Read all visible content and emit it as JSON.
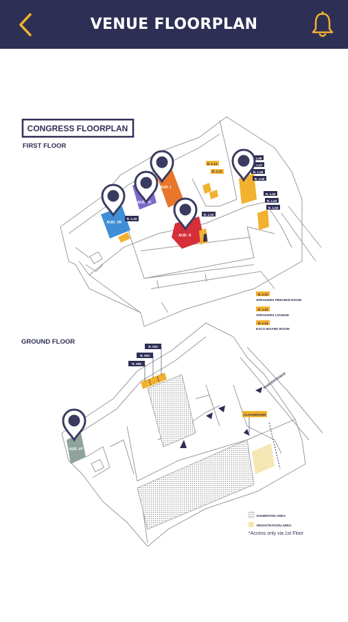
{
  "header": {
    "title": "VENUE FLOORPLAN",
    "back_icon": "chevron-left-icon",
    "bell_icon": "bell-icon",
    "icon_color": "#f2b12e",
    "background_color": "#2e2f54"
  },
  "floorplan": {
    "banner": "CONGRESS FLOORPLAN",
    "first_floor": {
      "heading": "FIRST FLOOR",
      "auditoriums": {
        "aud_7": "AUD. VII",
        "aud_6": "AUD. VI",
        "aud_1": "AUD. I",
        "aud_2": "AUD. II"
      },
      "rooms": {
        "r_119": "R. 1.19",
        "r_114": "R. 1.14",
        "r_113": "R. 1.13",
        "r_110": "R. 1.10",
        "r_108": "R. 1.08",
        "r_107": "R. 1.07",
        "r_106": "R. 1.06",
        "r_105": "R. 1.05",
        "r_104": "R. 1.04",
        "r_103": "R. 1.03",
        "r_102": "R. 1.02"
      },
      "legend": [
        {
          "code": "R. 1.10",
          "label": "SPEAKERS PREVIEW ROOM"
        },
        {
          "code": "R. 1.13",
          "label": "SPEAKERS LOUNGE"
        },
        {
          "code": "R. 1.14",
          "label": "EXCO BOARD ROOM"
        }
      ]
    },
    "ground_floor": {
      "heading": "GROUND FLOOR",
      "aud_4": "AUD. VI*",
      "rooms": {
        "r_003": "R. 003",
        "r_004": "R. 004",
        "r_005": "R. 005"
      },
      "main_entrance": "MAIN ENTRANCE",
      "cloakroom": "CLOAKROOM",
      "legend": {
        "exhibition": "EXHIBITION AREA",
        "registration": "REGISTRATION AREA",
        "note": "*Access only via 1st Floor"
      }
    },
    "colors": {
      "line": "#9a9a9a",
      "navy": "#2e2f54",
      "pin": "#3a3b60",
      "aud_7": "#3f8fd6",
      "aud_6": "#7e6bc9",
      "aud_1": "#e8772a",
      "aud_2": "#d62f3a",
      "aud_4": "#8fa39a",
      "room_yellow": "#f2b12e",
      "registration": "#f5e6b3",
      "exhibition": "#d8d8d8"
    }
  }
}
